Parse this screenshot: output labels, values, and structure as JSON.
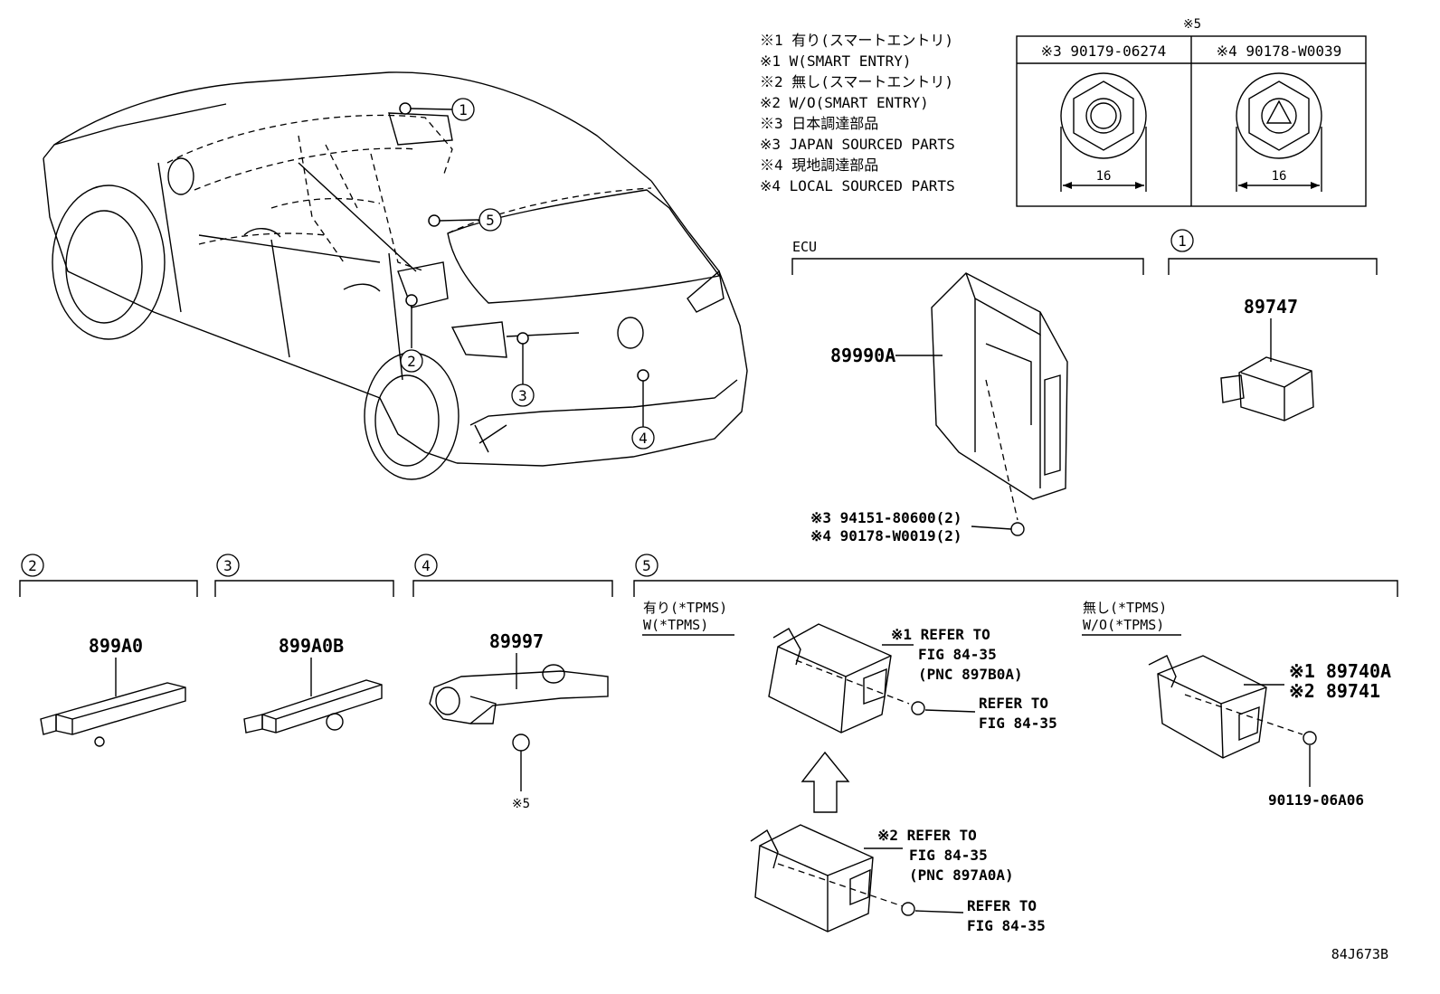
{
  "legend": {
    "items": [
      "※1 有り(スマートエントリ)",
      "※1 W(SMART ENTRY)",
      "※2 無し(スマートエントリ)",
      "※2 W/O(SMART ENTRY)",
      "※3 日本調達部品",
      "※3 JAPAN SOURCED PARTS",
      "※4 現地調達部品",
      "※4 LOCAL SOURCED PARTS"
    ]
  },
  "nut_table": {
    "title": "※5",
    "col1": "※3 90179-06274",
    "col2": "※4 90178-W0039",
    "dim1": "16",
    "dim2": "16"
  },
  "callouts": [
    "1",
    "2",
    "3",
    "4",
    "5"
  ],
  "ecu": {
    "label": "ECU",
    "part": "89990A",
    "screw1": "※3 94151-80600(2)",
    "screw2": "※4 90178-W0019(2)"
  },
  "group1": {
    "num": "1",
    "part": "89747"
  },
  "group2": {
    "num": "2",
    "part": "899A0"
  },
  "group3": {
    "num": "3",
    "part": "899A0B"
  },
  "group4": {
    "num": "4",
    "part": "89997",
    "note": "※5"
  },
  "group5": {
    "num": "5",
    "with_jp": "有り(*TPMS)",
    "with_en": "W(*TPMS)",
    "without_jp": "無し(*TPMS)",
    "without_en": "W/O(*TPMS)",
    "ref1": [
      "※1 REFER TO",
      "FIG 84-35",
      "(PNC 897B0A)"
    ],
    "ref_bolt1": [
      "REFER TO",
      "FIG 84-35"
    ],
    "ref2": [
      "※2 REFER TO",
      "FIG 84-35",
      "(PNC 897A0A)"
    ],
    "ref_bolt2": [
      "REFER TO",
      "FIG 84-35"
    ],
    "part1": "※1 89740A",
    "part2": "※2 89741",
    "bolt": "90119-06A06"
  },
  "diagram_code": "84J673B"
}
